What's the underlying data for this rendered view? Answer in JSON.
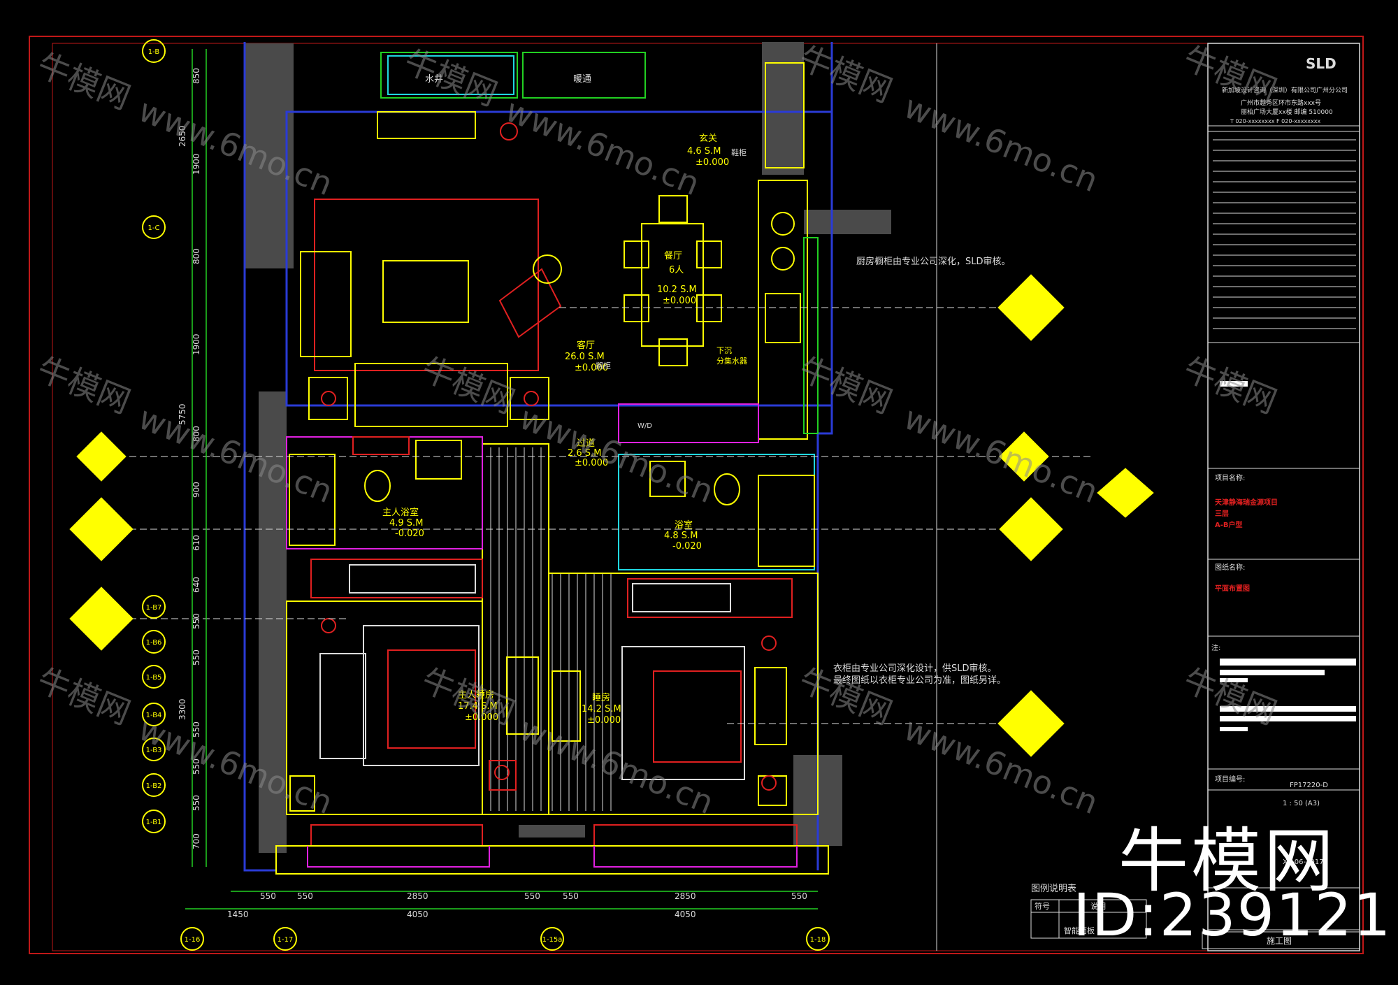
{
  "colors": {
    "background": "#000000",
    "wall_fill": "#4a4a4a",
    "outline_blue": "#2a3bd6",
    "line_yellow": "#ffff00",
    "line_red": "#e02020",
    "line_green": "#22d022",
    "line_magenta": "#e020e0",
    "line_cyan": "#20d8e0",
    "line_white": "#dcdcdc",
    "border_red": "#c01818",
    "watermark": "#8a8a8a"
  },
  "room_labels": [
    {
      "name": "玄关",
      "area": "4.6 S.M",
      "elev": "±0.000"
    },
    {
      "name": "餐厅",
      "sub": "6人",
      "area": "10.2 S.M",
      "elev": "±0.000"
    },
    {
      "name": "客厅",
      "area": "26.0 S.M",
      "elev": "±0.000"
    },
    {
      "name": "过道",
      "area": "2.6 S.M",
      "elev": "±0.000"
    },
    {
      "name": "主人浴室",
      "area": "4.9 S.M",
      "elev": "-0.020"
    },
    {
      "name": "浴室",
      "area": "4.8 S.M",
      "elev": "-0.020"
    },
    {
      "name": "主人睡房",
      "area": "17.4 S.M",
      "elev": "±0.000"
    },
    {
      "name": "睡房",
      "area": "14.2 S.M",
      "elev": "±0.000"
    }
  ],
  "fixture_labels": {
    "shaft": "水井",
    "hvac": "暖通",
    "shoe_cabinet": "鞋柜",
    "wall_shelf": "搁柜",
    "kitchen_note": "厨房橱柜由专业公司深化，SLD审核。",
    "wardrobe_note_1": "衣柜由专业公司深化设计，供SLD审核。",
    "wardrobe_note_2": "最终图纸以衣柜专业公司为准，图纸另详。",
    "sink_note_1": "下沉",
    "sink_note_2": "分集水器",
    "wd": "W/D"
  },
  "dims_left": [
    "850",
    "2650",
    "1900",
    "800",
    "1900",
    "5750",
    "800",
    "900",
    "610",
    "640",
    "550",
    "550",
    "3300",
    "550",
    "550",
    "550",
    "700"
  ],
  "dims_bottom_row1": [
    "550",
    "550",
    "2850",
    "550",
    "550",
    "2850",
    "550"
  ],
  "dims_bottom_row2": [
    "1450",
    "4050",
    "4050"
  ],
  "grid_left": [
    "1-B",
    "1-C",
    "1-B7",
    "1-B6",
    "1-B5",
    "1-B4",
    "1-B3",
    "1-B2",
    "1-B1"
  ],
  "grid_bottom": [
    "1-16",
    "1-17",
    "1-15a",
    "1-18"
  ],
  "title_block": {
    "logo": "SLD",
    "company_cn": "新加坡设计咨询（深圳）有限公司广州分公司",
    "address_1": "广州市越秀区环市东路xxx号",
    "address_2": "丽柏广场大厦xx楼 邮编 510000",
    "contact": "T 020-xxxxxxxx  F 020-xxxxxxxx",
    "project_label": "项目名称:",
    "project_1": "天津静海瑞金源项目",
    "project_2": "三层",
    "project_3": "A-B户型",
    "drawing_label": "图纸名称:",
    "drawing_name": "平面布置图",
    "notes_label": "注:",
    "project_no_label": "项目编号:",
    "project_no": "FP17220-D",
    "scale": "1 : 50 (A3)",
    "date": "XX-06-2017",
    "stage": "施工图"
  },
  "legend": {
    "title": "图例说明表",
    "col1": "符号",
    "col2": "说明",
    "row1": "智能面板"
  },
  "watermarks": [
    "牛模网",
    "www.6mo.cn"
  ],
  "brand": {
    "name": "牛模网",
    "id": "ID:239121"
  }
}
